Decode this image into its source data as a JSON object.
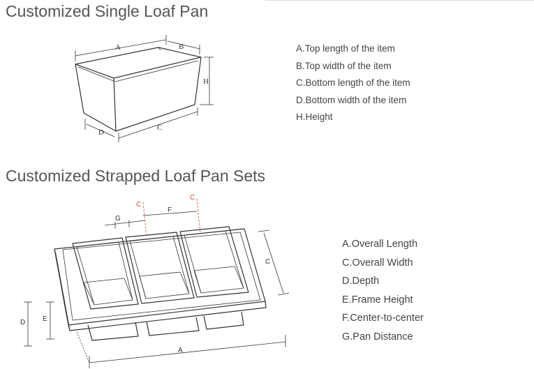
{
  "section1": {
    "title": "Customized Single Loaf Pan",
    "legend": [
      "A.Top length of the item",
      "B.Top width of the item",
      "C.Bottom length of the item",
      "D.Bottom width of the item",
      "H.Height"
    ],
    "labels": {
      "a": "A",
      "b": "B",
      "c": "C",
      "d": "D",
      "h": "H"
    }
  },
  "section2": {
    "title": "Customized Strapped Loaf Pan Sets",
    "legend": [
      "A.Overall Length",
      "C.Overall Width",
      "D.Depth",
      "E.Frame Height",
      "F.Center-to-center",
      "G.Pan Distance"
    ],
    "labels": {
      "c1": "C",
      "c2": "C",
      "f": "F",
      "g": "G",
      "c": "C",
      "d": "D",
      "e": "E",
      "a": "A"
    }
  },
  "colors": {
    "title": "#555555",
    "line": "#333333",
    "accent": "#cc4a3a"
  }
}
